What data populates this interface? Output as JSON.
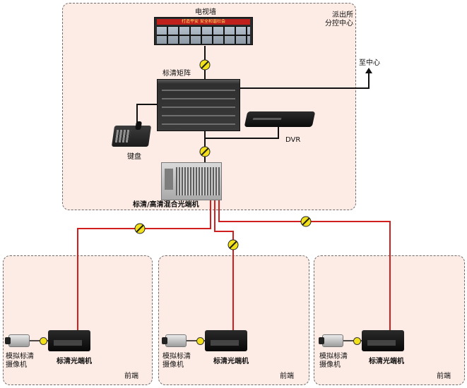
{
  "center": {
    "station_label_line1": "派出所",
    "station_label_line2": "分控中心",
    "video_wall_label": "电视墙",
    "video_wall_banner": "打造平安 安全和谐社会",
    "matrix_label": "标清矩阵",
    "to_center_label": "至中心",
    "dvr_label": "DVR",
    "keyboard_label": "键盘",
    "optical_machine_label": "标清/高清混合光端机"
  },
  "front_sites": [
    {
      "camera_label_line1": "模拟标清",
      "camera_label_line2": "摄像机",
      "transceiver_label": "标清光端机",
      "site_label": "前端"
    },
    {
      "camera_label_line1": "模拟标清",
      "camera_label_line2": "摄像机",
      "transceiver_label": "标清光端机",
      "site_label": "前端"
    },
    {
      "camera_label_line1": "模拟标清",
      "camera_label_line2": "摄像机",
      "transceiver_label": "标清光端机",
      "site_label": "前端"
    }
  ],
  "colors": {
    "fiber": "#d11f1f",
    "cable": "#111111",
    "connector": "#f2e01a",
    "panel_fill": "#fdece5"
  },
  "icons": {
    "connector": "fiber-connector-icon"
  }
}
